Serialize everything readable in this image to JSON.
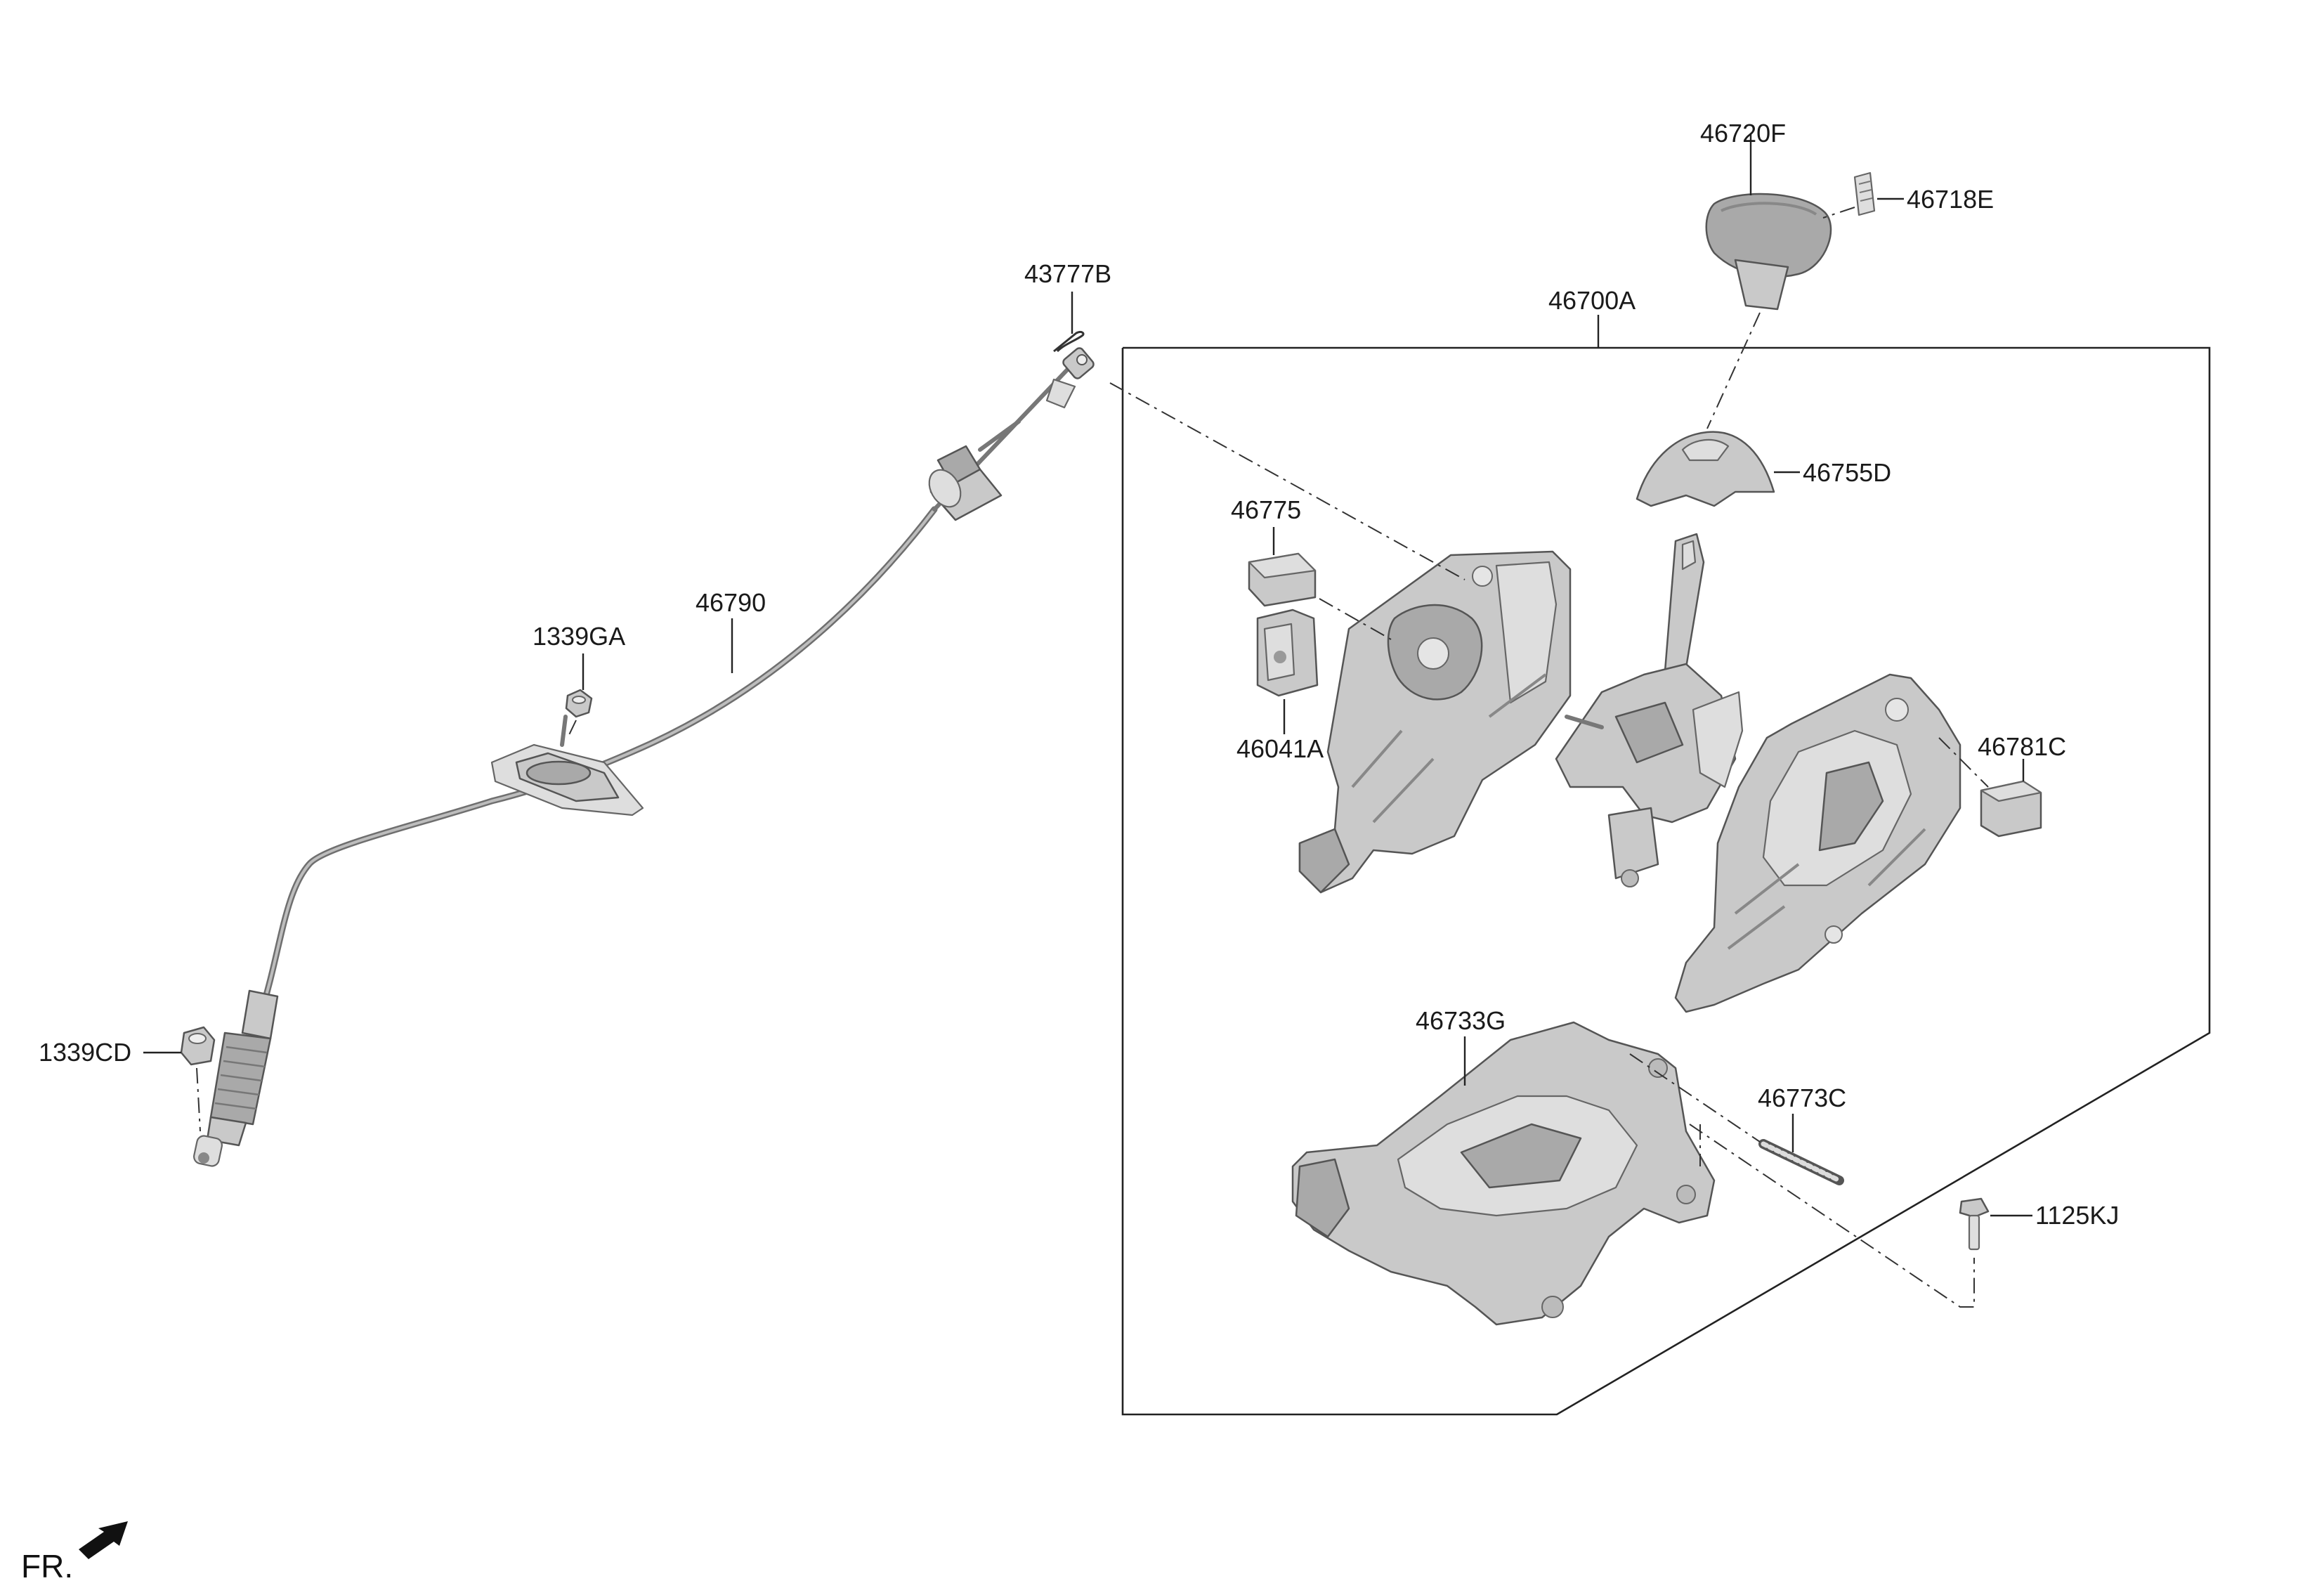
{
  "callouts": {
    "p46720F": "46720F",
    "p46718E": "46718E",
    "p43777B": "43777B",
    "p46700A": "46700A",
    "p46755D": "46755D",
    "p46775": "46775",
    "p46790": "46790",
    "p1339GA": "1339GA",
    "p46041A": "46041A",
    "p46781C": "46781C",
    "p46733G": "46733G",
    "p1339CD": "1339CD",
    "p46773C": "46773C",
    "p1125KJ": "1125KJ"
  },
  "orientation": {
    "label": "FR.",
    "icon": "front-direction-arrow-icon"
  }
}
